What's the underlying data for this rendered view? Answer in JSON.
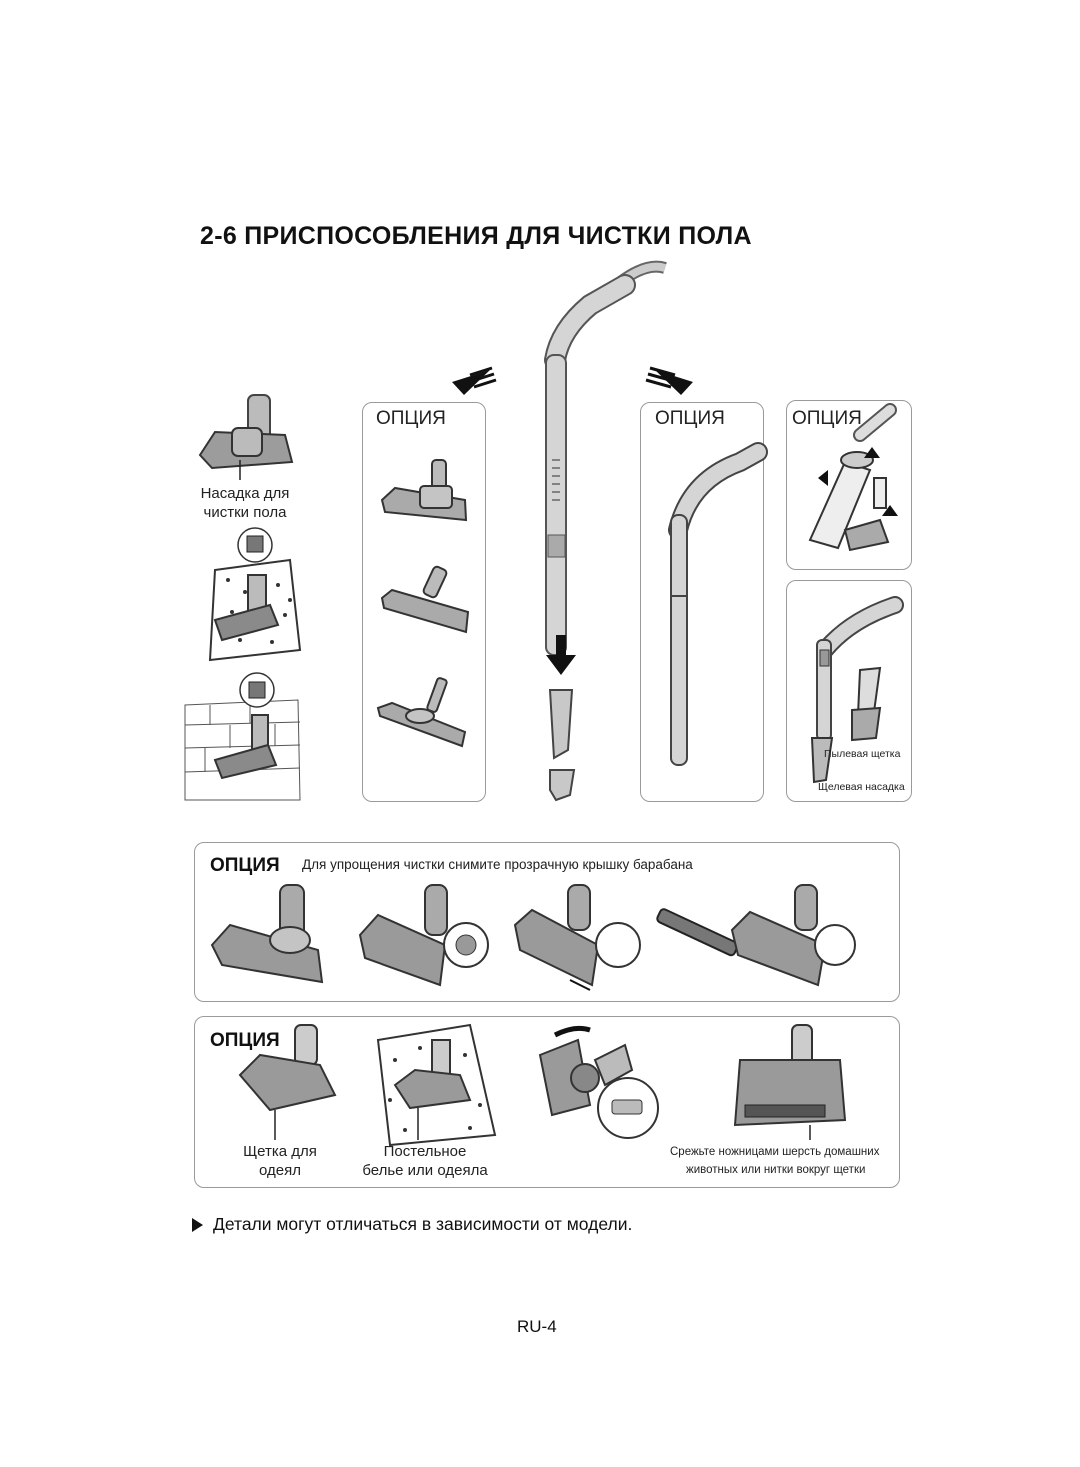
{
  "title": "2-6 ПРИСПОСОБЛЕНИЯ ДЛЯ ЧИСТКИ ПОЛА",
  "top_section": {
    "option_label_1": "ОПЦИЯ",
    "option_label_2": "ОПЦИЯ",
    "option_label_3": "ОПЦИЯ",
    "floor_nozzle_label_line1": "Насадка для",
    "floor_nozzle_label_line2": "чистки пола",
    "dusting_brush_label": "Пылевая щетка",
    "crevice_tool_label": "Щелевая насадка"
  },
  "drum_section": {
    "option_label": "ОПЦИЯ",
    "note": "Для упрощения чистки снимите прозрачную крышку барабана"
  },
  "turbo_section": {
    "option_label": "ОПЦИЯ",
    "mattress_brush_line1": "Щетка для",
    "mattress_brush_line2": "одеял",
    "bedding_line1": "Постельное",
    "bedding_line2": "белье или одеяла",
    "scissors_line1": "Срежьте ножницами шерсть домашних",
    "scissors_line2": "животных или нитки вокруг щетки"
  },
  "footer": {
    "note": "Детали могут отличаться в зависимости от модели.",
    "page_number": "RU-4"
  },
  "colors": {
    "panel_border": "#9a9a9a",
    "tool_fill": "#b8b8b8",
    "tool_dark": "#6e6e6e"
  }
}
